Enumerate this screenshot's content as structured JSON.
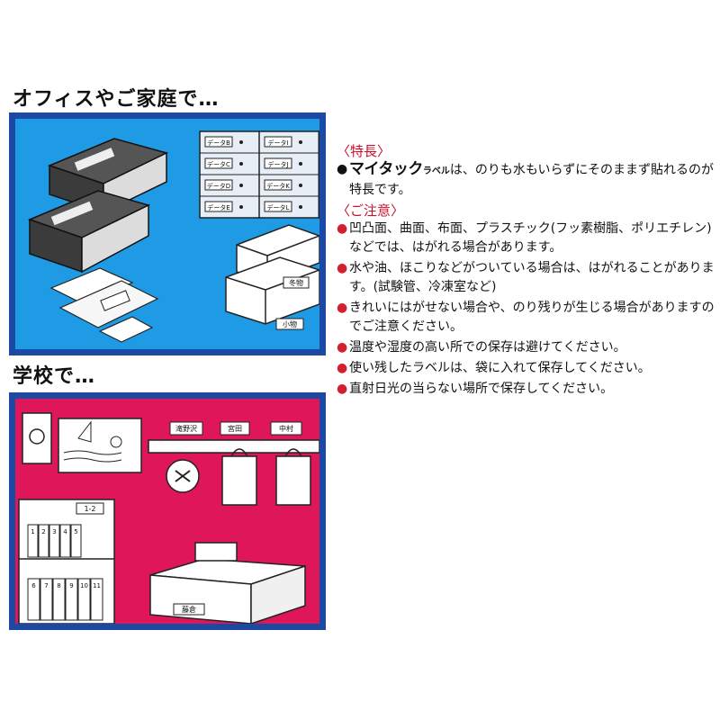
{
  "headings": {
    "office": "オフィスやご家庭で…",
    "school": "学校で…"
  },
  "office_scene": {
    "binder_label_top": "",
    "drawer_labels": [
      "データB",
      "データC",
      "データD",
      "データE",
      "データI",
      "データJ",
      "データK",
      "データL"
    ],
    "box_labels": [
      "冬物",
      "小物"
    ]
  },
  "school_scene": {
    "hook_names": [
      "滝野沢",
      "宮田",
      "中村"
    ],
    "shelf_label": "1-2",
    "desk_name": "藤倉",
    "shelf_numbers": [
      "1",
      "2",
      "3",
      "4",
      "5",
      "6",
      "7",
      "8",
      "9",
      "10",
      "11"
    ]
  },
  "features": {
    "title": "〈特長〉",
    "brand": "マイタック",
    "brand_sub": "ラベル",
    "text": "は、のりも水もいらずにそのままず貼れるのが特長です。"
  },
  "cautions": {
    "title": "〈ご注意〉",
    "items": [
      "凹凸面、曲面、布面、プラスチック(フッ素樹脂、ポリエチレン)などでは、はがれる場合があります。",
      "水や油、ほこりなどがついている場合は、はがれることがあります。(試験管、冷凍室など)",
      "きれいにはがせない場合や、のり残りが生じる場合がありますのでご注意ください。",
      "温度や湿度の高い所での保存は避けてください。",
      "使い残したラベルは、袋に入れて保存してください。",
      "直射日光の当らない場所で保存してください。"
    ]
  },
  "colors": {
    "panel_border": "#1b49a3",
    "office_bg": "#1f9be6",
    "school_bg": "#e0165a",
    "caution_red": "#c8102e"
  }
}
